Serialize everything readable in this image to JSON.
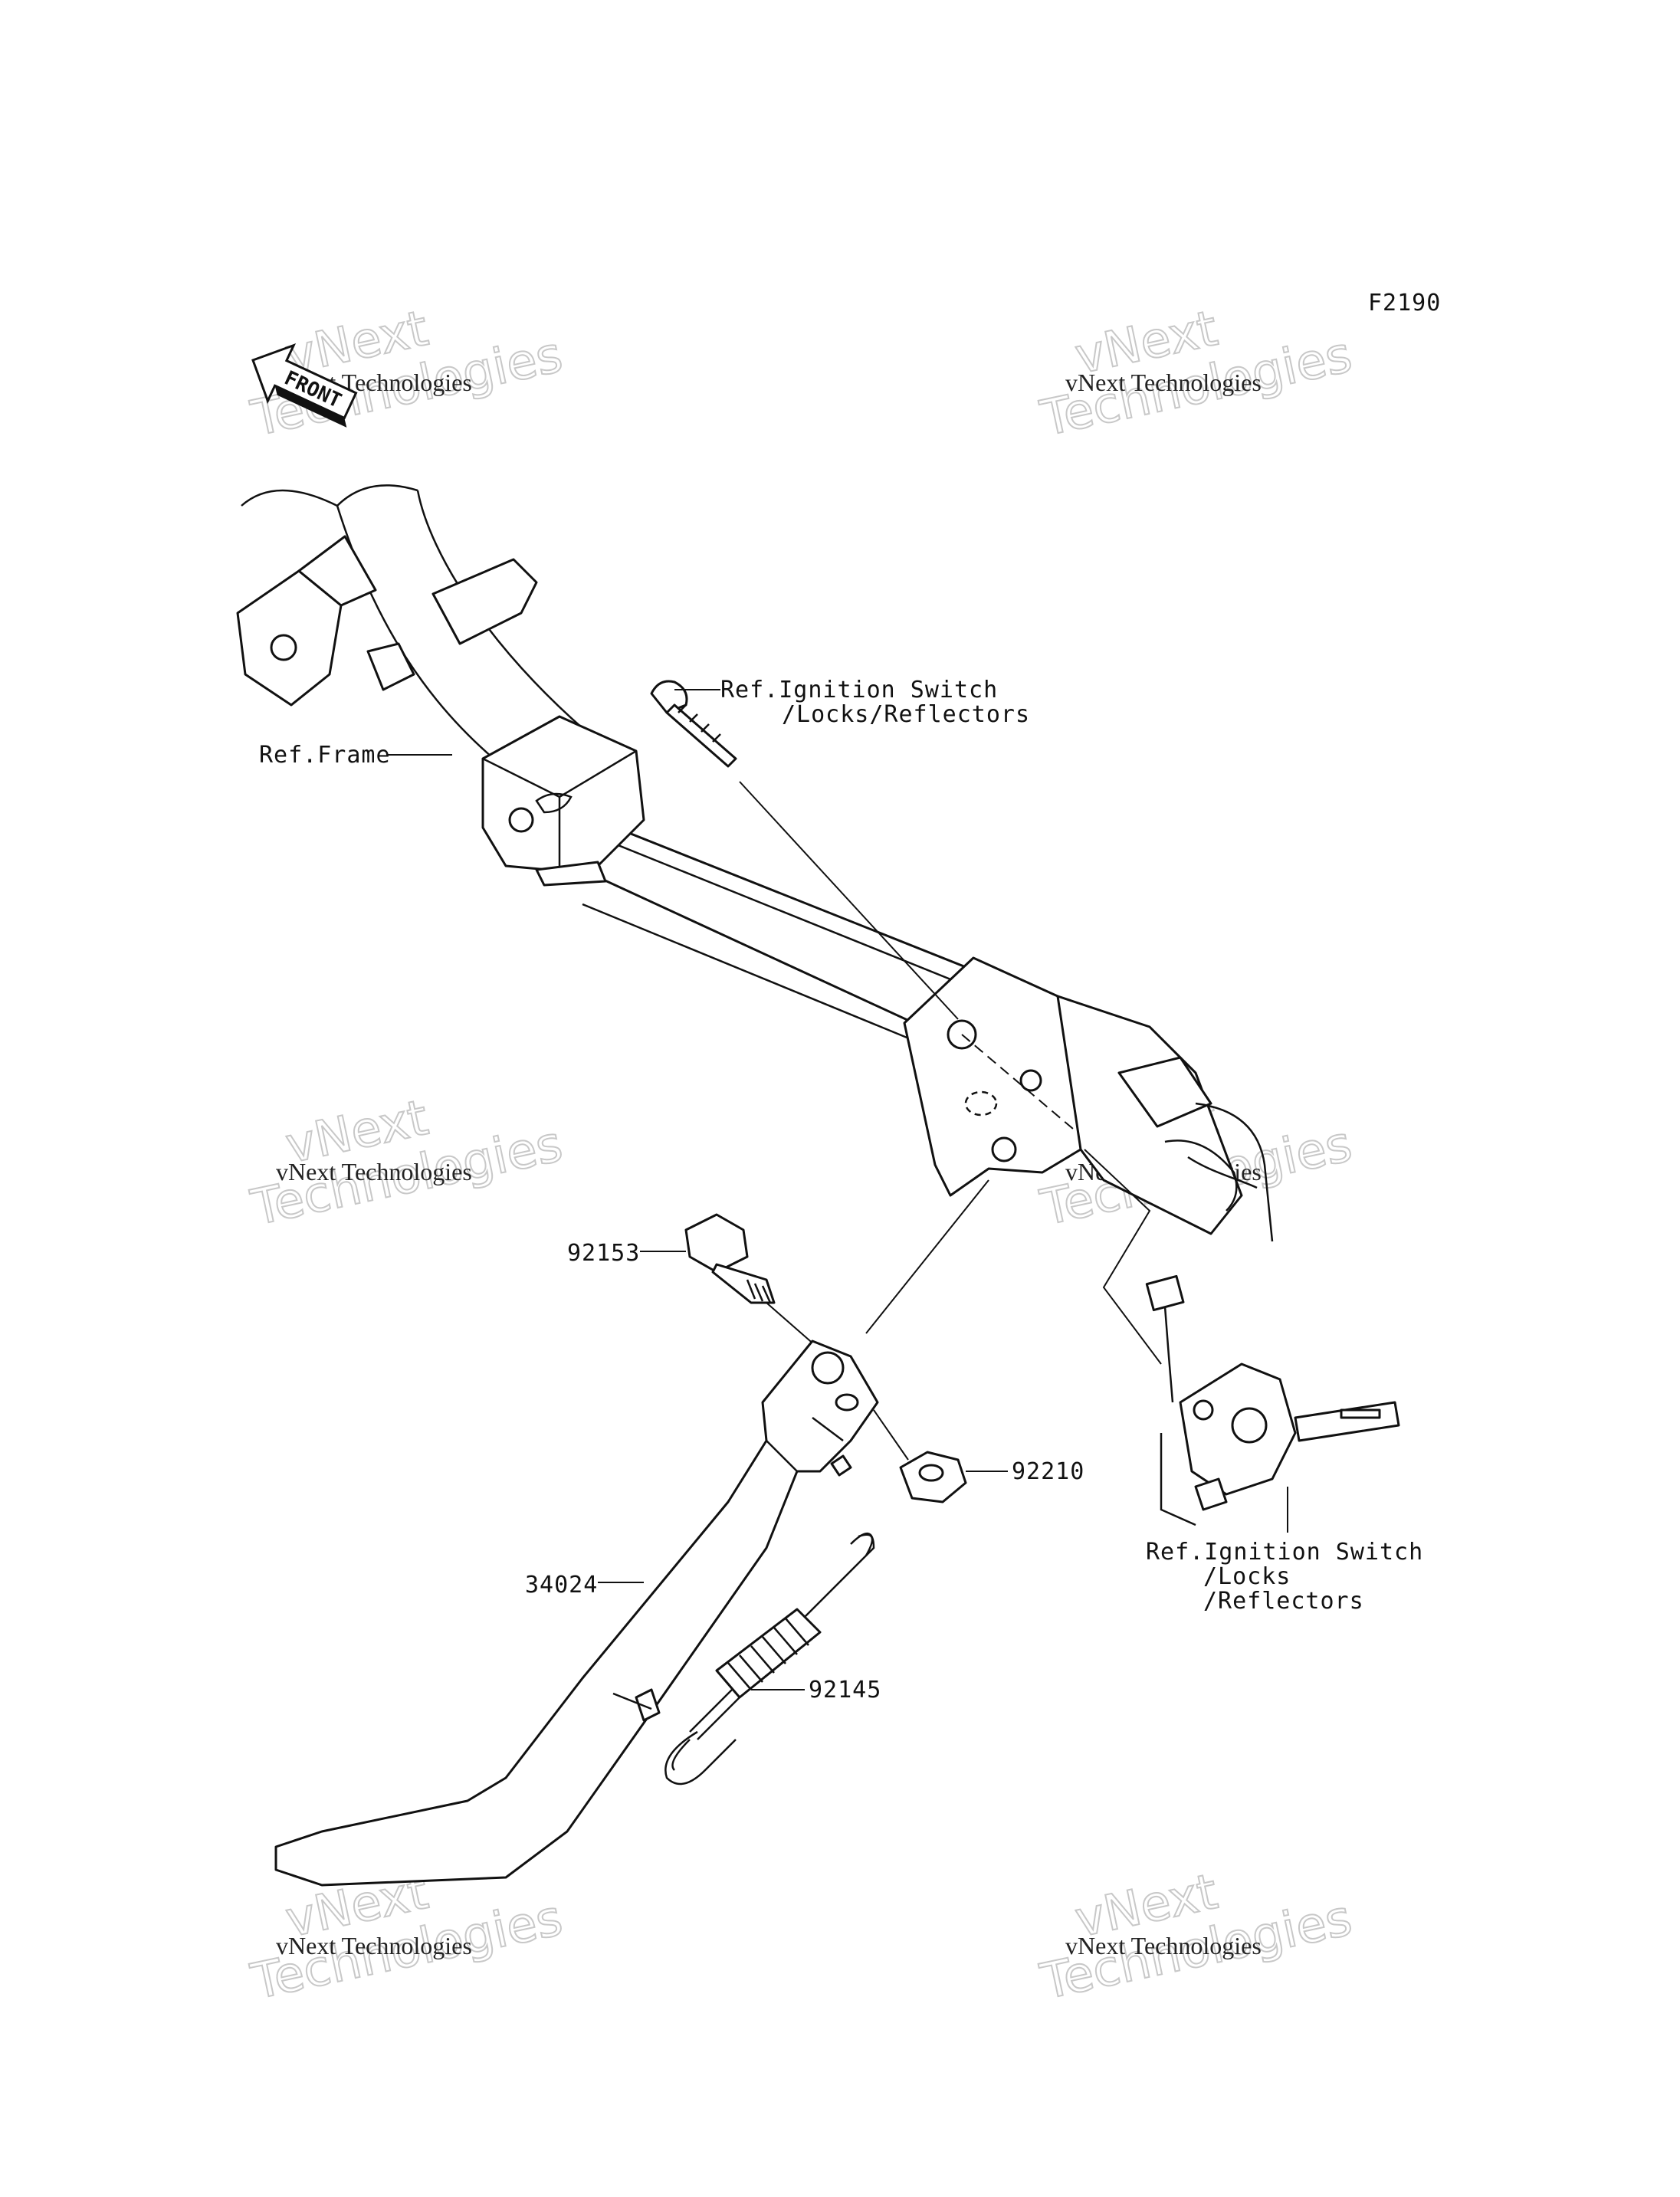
{
  "diagram": {
    "code": "F2190",
    "front_label": "FRONT",
    "labels": {
      "ref_frame": "Ref.Frame",
      "ref_ignition_top_l1": "Ref.Ignition Switch",
      "ref_ignition_top_l2": "/Locks/Reflectors",
      "ref_ignition_right_l1": "Ref.Ignition Switch",
      "ref_ignition_right_l2": "/Locks",
      "ref_ignition_right_l3": "/Reflectors",
      "part_bolt": "92153",
      "part_nut": "92210",
      "part_stand": "34024",
      "part_spring": "92145"
    },
    "watermark": {
      "line1": "vNext",
      "line2": "Technologies",
      "small": "vNext Technologies"
    }
  }
}
